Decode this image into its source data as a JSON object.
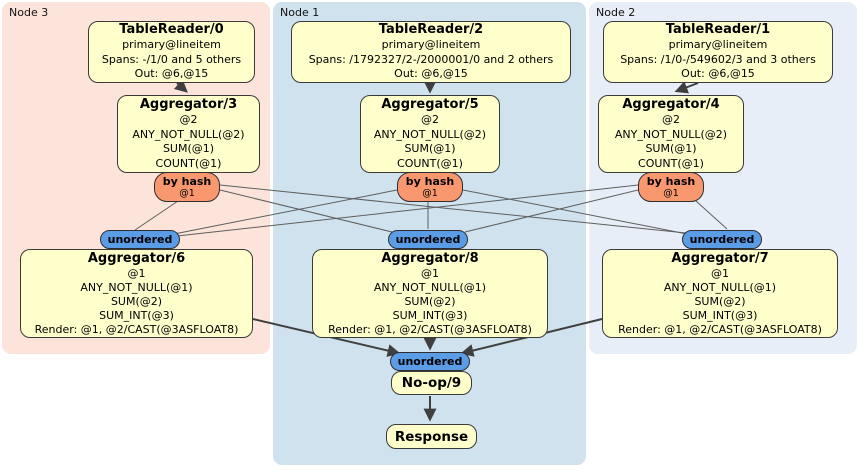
{
  "diagram": {
    "regions": [
      {
        "label": "Node 3"
      },
      {
        "label": "Node 1"
      },
      {
        "label": "Node 2"
      }
    ],
    "tablereaders": [
      {
        "title": "TableReader/0",
        "lines": [
          "primary@lineitem",
          "Spans: -/1/0 and 5 others",
          "Out: @6,@15"
        ]
      },
      {
        "title": "TableReader/2",
        "lines": [
          "primary@lineitem",
          "Spans: /1792327/2-/2000001/0 and 2 others",
          "Out: @6,@15"
        ]
      },
      {
        "title": "TableReader/1",
        "lines": [
          "primary@lineitem",
          "Spans: /1/0-/549602/3 and 3 others",
          "Out: @6,@15"
        ]
      }
    ],
    "stage1_aggregators": [
      {
        "title": "Aggregator/3",
        "lines": [
          "@2",
          "ANY_NOT_NULL(@2)",
          "SUM(@1)",
          "COUNT(@1)"
        ]
      },
      {
        "title": "Aggregator/5",
        "lines": [
          "@2",
          "ANY_NOT_NULL(@2)",
          "SUM(@1)",
          "COUNT(@1)"
        ]
      },
      {
        "title": "Aggregator/4",
        "lines": [
          "@2",
          "ANY_NOT_NULL(@2)",
          "SUM(@1)",
          "COUNT(@1)"
        ]
      }
    ],
    "hash_routers": [
      {
        "label": "by hash",
        "key": "@1"
      },
      {
        "label": "by hash",
        "key": "@1"
      },
      {
        "label": "by hash",
        "key": "@1"
      }
    ],
    "unordered_syncs": [
      {
        "label": "unordered"
      },
      {
        "label": "unordered"
      },
      {
        "label": "unordered"
      },
      {
        "label": "unordered"
      }
    ],
    "stage2_aggregators": [
      {
        "title": "Aggregator/6",
        "lines": [
          "@1",
          "ANY_NOT_NULL(@1)",
          "SUM(@2)",
          "SUM_INT(@3)",
          "Render: @1, @2/CAST(@3ASFLOAT8)"
        ]
      },
      {
        "title": "Aggregator/8",
        "lines": [
          "@1",
          "ANY_NOT_NULL(@1)",
          "SUM(@2)",
          "SUM_INT(@3)",
          "Render: @1, @2/CAST(@3ASFLOAT8)"
        ]
      },
      {
        "title": "Aggregator/7",
        "lines": [
          "@1",
          "ANY_NOT_NULL(@1)",
          "SUM(@2)",
          "SUM_INT(@3)",
          "Render: @1, @2/CAST(@3ASFLOAT8)"
        ]
      }
    ],
    "noop": {
      "title": "No-op/9"
    },
    "response": {
      "title": "Response"
    }
  },
  "colors": {
    "processor_fill": "#ffffcc",
    "router_fill": "#f9986f",
    "sync_fill": "#5b9ce6",
    "node3_bg": "#fce4da",
    "node1_bg": "#cfe2ee",
    "node2_bg": "#e8eef7",
    "thin_edge": "#5e5e5e",
    "thick_edge": "#3f3f3f"
  }
}
